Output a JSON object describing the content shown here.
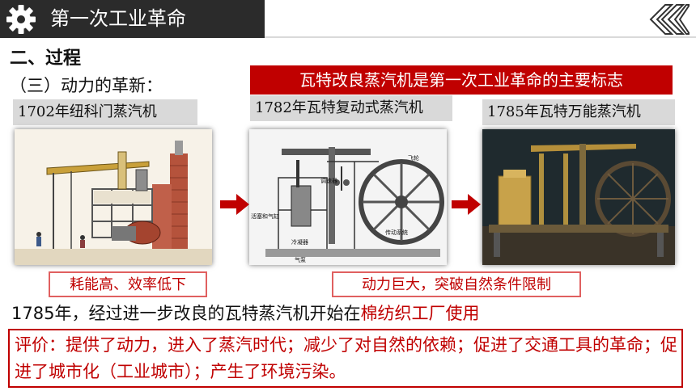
{
  "header": {
    "title": "第一次工业革命"
  },
  "section_title": "二、过程",
  "subsection_title": "（三）动力的革新：",
  "banner": "瓦特改良蒸汽机是第一次工业革命的主要标志",
  "engines": [
    {
      "caption": "1702年纽科门蒸汽机"
    },
    {
      "caption": "1782年瓦特复动式蒸汽机",
      "labels": {
        "flywheel": "飞轮",
        "governor": "调速器",
        "piston": "活塞和气缸",
        "transmission": "传动系统",
        "condenser": "冷凝器",
        "steam": "气泵"
      }
    },
    {
      "caption": "1785年瓦特万能蒸汽机"
    }
  ],
  "notes": {
    "newcomen": "耗能高、效率低下",
    "watt": "动力巨大，突破自然条件限制"
  },
  "body_text": {
    "prefix": "1785年，经过进一步改良的瓦特蒸汽机开始在",
    "highlight": "棉纺织工厂使用"
  },
  "evaluation": "评价：提供了动力，进入了蒸汽时代；减少了对自然的依赖；促进了交通工具的革命；促进了城市化（工业城市）；产生了环境污染。",
  "colors": {
    "header_bg": "#2b2b2b",
    "accent_red": "#c00000",
    "caption_bg": "#d9d9d9"
  },
  "icons": [
    "gear-icon",
    "chevron-left-double-icon",
    "arrow-right-icon"
  ]
}
